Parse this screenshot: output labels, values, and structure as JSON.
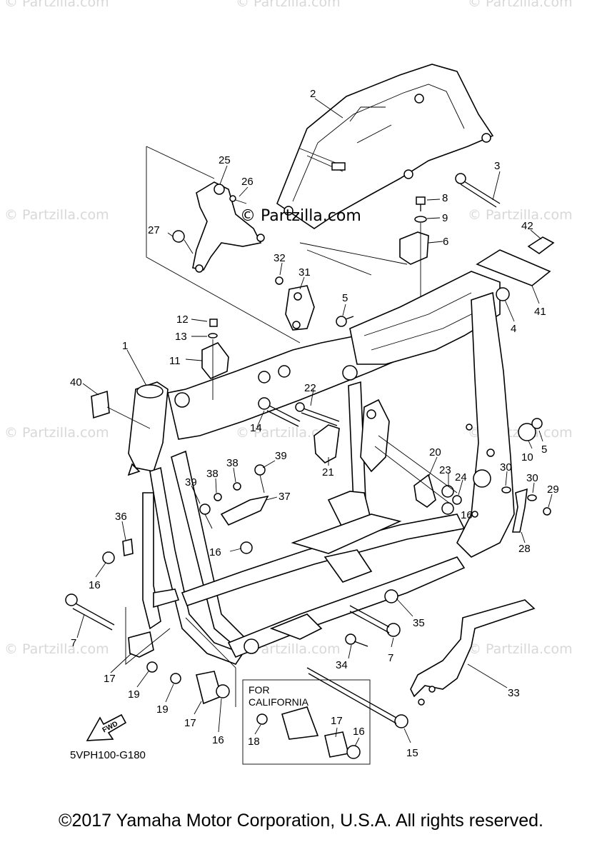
{
  "watermarks": {
    "corner_text": "© Partzilla.com",
    "center_text": "© Partzilla.com"
  },
  "diagram_code": "5VPH100-G180",
  "inset_title_line1": "FOR",
  "inset_title_line2": "CALIFORNIA",
  "fwd_label": "FWD",
  "callouts": [
    "1",
    "2",
    "3",
    "4",
    "5",
    "5",
    "6",
    "7",
    "7",
    "8",
    "9",
    "10",
    "11",
    "12",
    "13",
    "14",
    "15",
    "16",
    "16",
    "16",
    "16",
    "16",
    "17",
    "17",
    "17",
    "18",
    "19",
    "19",
    "20",
    "21",
    "22",
    "23",
    "24",
    "25",
    "26",
    "27",
    "28",
    "29",
    "30",
    "30",
    "31",
    "32",
    "33",
    "34",
    "35",
    "36",
    "37",
    "38",
    "38",
    "39",
    "39",
    "40",
    "41",
    "42"
  ],
  "copyright": "©2017 Yamaha Motor Corporation, U.S.A. All rights reserved."
}
